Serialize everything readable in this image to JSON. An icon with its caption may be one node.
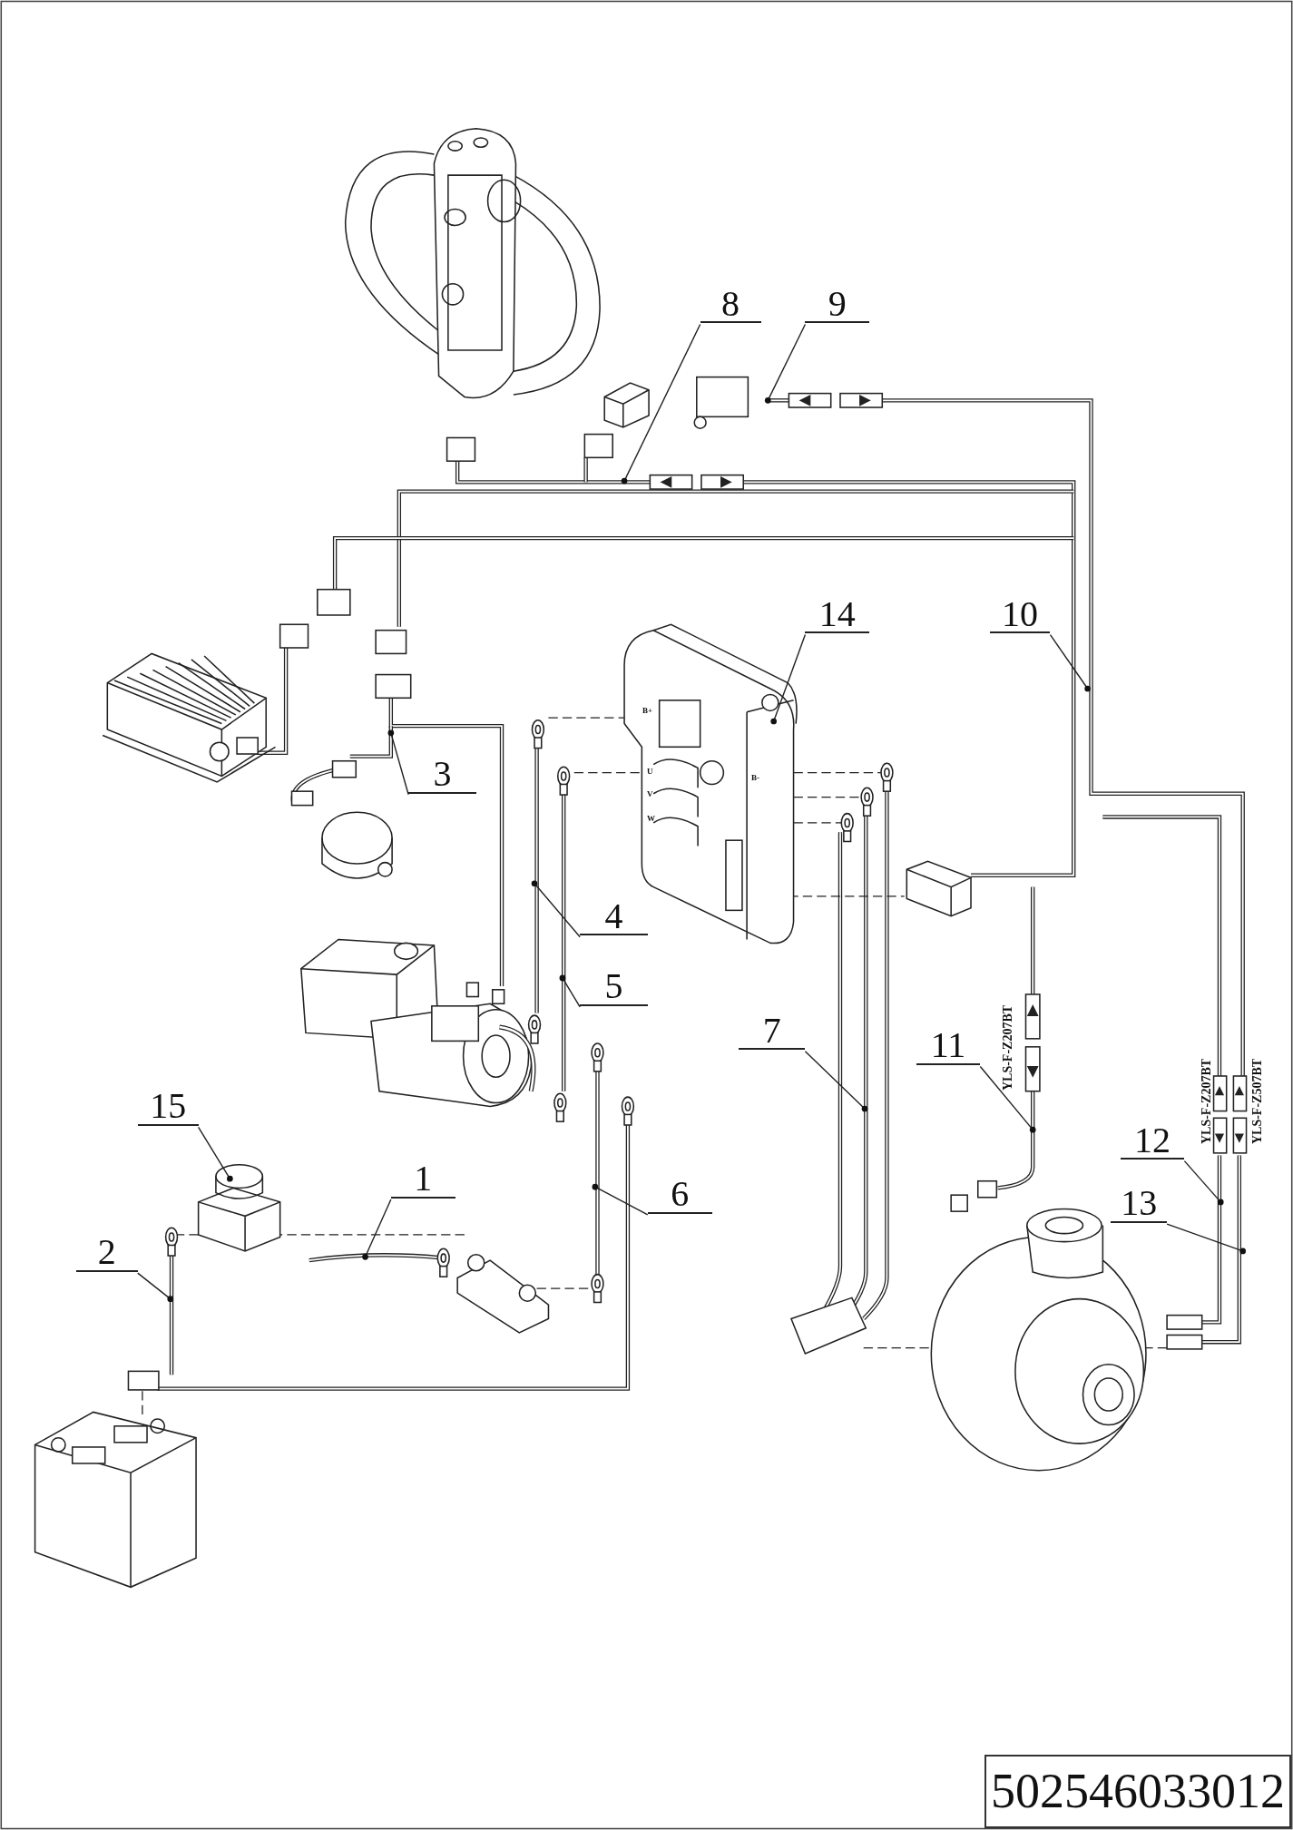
{
  "diagram": {
    "nodes": [
      {
        "text": [
          "8"
        ]
      },
      {
        "text": [
          "9"
        ]
      },
      {
        "text": [
          "14"
        ]
      },
      {
        "text": [
          "10"
        ]
      },
      {
        "text": [
          "3"
        ]
      },
      {
        "text": [
          "4"
        ]
      },
      {
        "text": [
          "5"
        ]
      },
      {
        "text": [
          "7"
        ]
      },
      {
        "text": [
          "11"
        ]
      },
      {
        "text": [
          "15"
        ]
      },
      {
        "text": [
          "12"
        ]
      },
      {
        "text": [
          "1"
        ]
      },
      {
        "text": [
          "6"
        ]
      },
      {
        "text": [
          "13"
        ]
      },
      {
        "text": [
          "2"
        ]
      }
    ],
    "edges": [
      {
        "from": 0,
        "to": null,
        "arrow": "other"
      },
      {
        "from": 1,
        "to": null,
        "arrow": "other"
      },
      {
        "from": 2,
        "to": null,
        "arrow": "other"
      },
      {
        "from": 3,
        "to": null,
        "arrow": "other"
      },
      {
        "from": 4,
        "to": null,
        "arrow": "other"
      },
      {
        "from": 5,
        "to": null,
        "arrow": "other"
      },
      {
        "from": 6,
        "to": null,
        "arrow": "other"
      },
      {
        "from": 7,
        "to": null,
        "arrow": "other"
      },
      {
        "from": 8,
        "to": null,
        "arrow": "other"
      },
      {
        "from": 9,
        "to": null,
        "arrow": "other"
      },
      {
        "from": 10,
        "to": null,
        "arrow": "other"
      },
      {
        "from": 11,
        "to": null,
        "arrow": "other"
      },
      {
        "from": 12,
        "to": null,
        "arrow": "other"
      },
      {
        "from": 13,
        "to": null,
        "arrow": "other"
      },
      {
        "from": 14,
        "to": null,
        "arrow": "other"
      }
    ],
    "labels": [
      "B+",
      "U",
      "B-",
      "V",
      "W",
      "YLS-F-Z207BT",
      "YLS-F-Z207BT",
      "YLS-F-Z507BT",
      "502546033012"
    ]
  }
}
